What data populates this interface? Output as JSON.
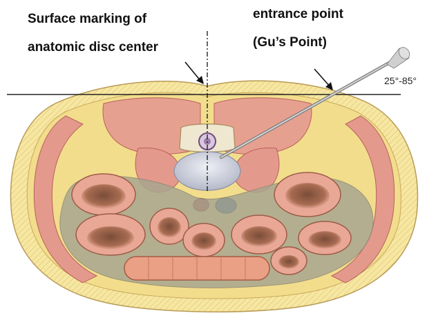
{
  "labels": {
    "surface_line1": "Surface marking of",
    "surface_line2": "anatomic disc center",
    "entrance_line1": "entrance point",
    "entrance_line2": "(Gu’s Point)",
    "angle": "25°-85°"
  },
  "colors": {
    "skin_fat": "#f6e7a3",
    "skin_outline": "#b89a55",
    "muscle": "#e39a8c",
    "muscle_dark": "#b8605a",
    "bowel_wall": "#e9a896",
    "bowel_inner": "#8a5a44",
    "mesentery": "#9c9987",
    "disc": "#c9ccd8",
    "vertebra": "#efe7cf",
    "aorta": "#b0413a",
    "ivc": "#2a6e90",
    "needle": "#a9a9a9",
    "line": "#222222"
  },
  "icons": {
    "needle": "needle-icon",
    "arrow": "arrow-icon"
  }
}
